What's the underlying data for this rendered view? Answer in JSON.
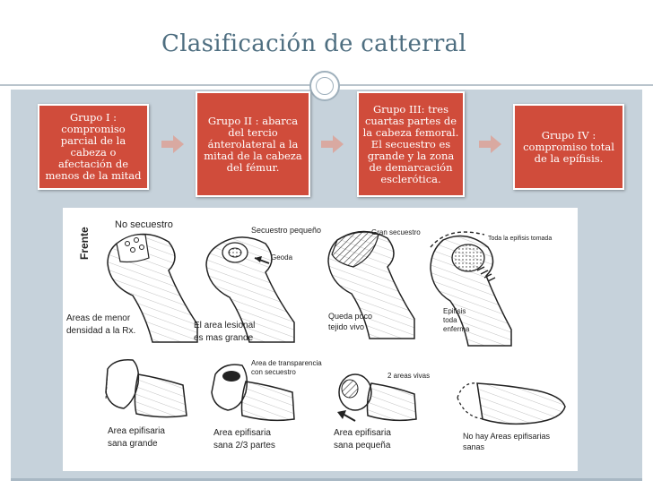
{
  "title": "Clasificación de catterral",
  "groups": [
    {
      "text": "Grupo I : compromiso parcial de la cabeza o afectación de menos de la mitad"
    },
    {
      "text": "Grupo II : abarca del tercio ánterolateral a la mitad de la cabeza del fémur."
    },
    {
      "text": "Grupo III: tres cuartas partes de la cabeza femoral. El secuestro es grande y la zona de demarcación esclerótica."
    },
    {
      "text": "Grupo IV : compromiso total de la epífisis."
    }
  ],
  "figure_labels": {
    "frente": "Frente",
    "no_secuestro": "No secuestro",
    "areas_menor_1": "Areas de menor",
    "areas_menor_2": "densidad a la Rx.",
    "secuestro_pequeno": "Secuestro pequeño",
    "geoda": "Geoda",
    "area_lesional_1": "El area lesional",
    "area_lesional_2": "es mas grande",
    "gran_secuestro": "Gran secuestro",
    "queda_poco_1": "Queda poco",
    "queda_poco_2": "tejido vivo",
    "toda_epifisis": "Toda la epifisis tomada",
    "epifisis_toda_1": "Epifisis",
    "epifisis_toda_2": "toda",
    "epifisis_toda_3": "enferma",
    "area_epifisaria_grande_1": "Area epifisaria",
    "area_epifisaria_grande_2": "sana grande",
    "area_transparencia_1": "Area de transparencia",
    "area_transparencia_2": "con secuestro",
    "area_epifisaria_23_1": "Area epifisaria",
    "area_epifisaria_23_2": "sana 2/3 partes",
    "dos_areas_vivas": "2 areas vivas",
    "area_epifisaria_pequena_1": "Area epifisaria",
    "area_epifisaria_pequena_2": "sana pequeña",
    "no_hay_areas_1": "No hay Areas epifisarias",
    "no_hay_areas_2": "sanas"
  },
  "colors": {
    "box_fill": "#d04c3b",
    "arrow_fill": "#d9a9a1",
    "panel": "#c6d2db",
    "title": "#4e6e80"
  }
}
